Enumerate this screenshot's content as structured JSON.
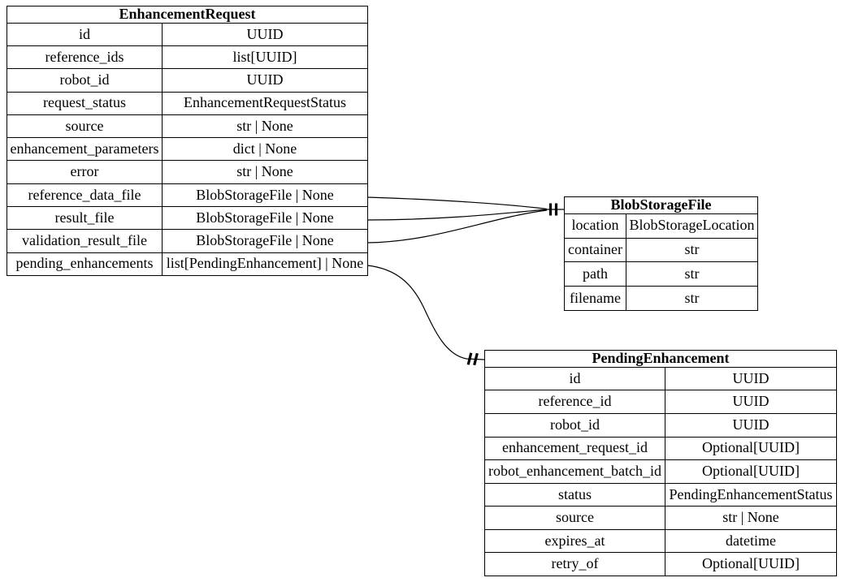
{
  "diagram": {
    "background_color": "#ffffff",
    "line_color": "#000000",
    "tables": [
      {
        "name": "EnhancementRequest",
        "title": "EnhancementRequest",
        "rows": [
          {
            "field": "id",
            "type": "UUID"
          },
          {
            "field": "reference_ids",
            "type": "list[UUID]"
          },
          {
            "field": "robot_id",
            "type": "UUID"
          },
          {
            "field": "request_status",
            "type": "EnhancementRequestStatus"
          },
          {
            "field": "source",
            "type": "str | None"
          },
          {
            "field": "enhancement_parameters",
            "type": "dict | None"
          },
          {
            "field": "error",
            "type": "str | None"
          },
          {
            "field": "reference_data_file",
            "type": "BlobStorageFile | None"
          },
          {
            "field": "result_file",
            "type": "BlobStorageFile | None"
          },
          {
            "field": "validation_result_file",
            "type": "BlobStorageFile | None"
          },
          {
            "field": "pending_enhancements",
            "type": "list[PendingEnhancement] | None"
          }
        ]
      },
      {
        "name": "BlobStorageFile",
        "title": "BlobStorageFile",
        "rows": [
          {
            "field": "location",
            "type": "BlobStorageLocation"
          },
          {
            "field": "container",
            "type": "str"
          },
          {
            "field": "path",
            "type": "str"
          },
          {
            "field": "filename",
            "type": "str"
          }
        ]
      },
      {
        "name": "PendingEnhancement",
        "title": "PendingEnhancement",
        "rows": [
          {
            "field": "id",
            "type": "UUID"
          },
          {
            "field": "reference_id",
            "type": "UUID"
          },
          {
            "field": "robot_id",
            "type": "UUID"
          },
          {
            "field": "enhancement_request_id",
            "type": "Optional[UUID]"
          },
          {
            "field": "robot_enhancement_batch_id",
            "type": "Optional[UUID]"
          },
          {
            "field": "status",
            "type": "PendingEnhancementStatus"
          },
          {
            "field": "source",
            "type": "str | None"
          },
          {
            "field": "expires_at",
            "type": "datetime"
          },
          {
            "field": "retry_of",
            "type": "Optional[UUID]"
          }
        ]
      }
    ],
    "edges": [
      {
        "from_entity": "EnhancementRequest",
        "from_field": "reference_data_file",
        "to_entity": "BlobStorageFile",
        "marker": "||"
      },
      {
        "from_entity": "EnhancementRequest",
        "from_field": "result_file",
        "to_entity": "BlobStorageFile",
        "marker": "||"
      },
      {
        "from_entity": "EnhancementRequest",
        "from_field": "validation_result_file",
        "to_entity": "BlobStorageFile",
        "marker": "||"
      },
      {
        "from_entity": "EnhancementRequest",
        "from_field": "pending_enhancements",
        "to_entity": "PendingEnhancement",
        "marker": "||"
      }
    ]
  }
}
